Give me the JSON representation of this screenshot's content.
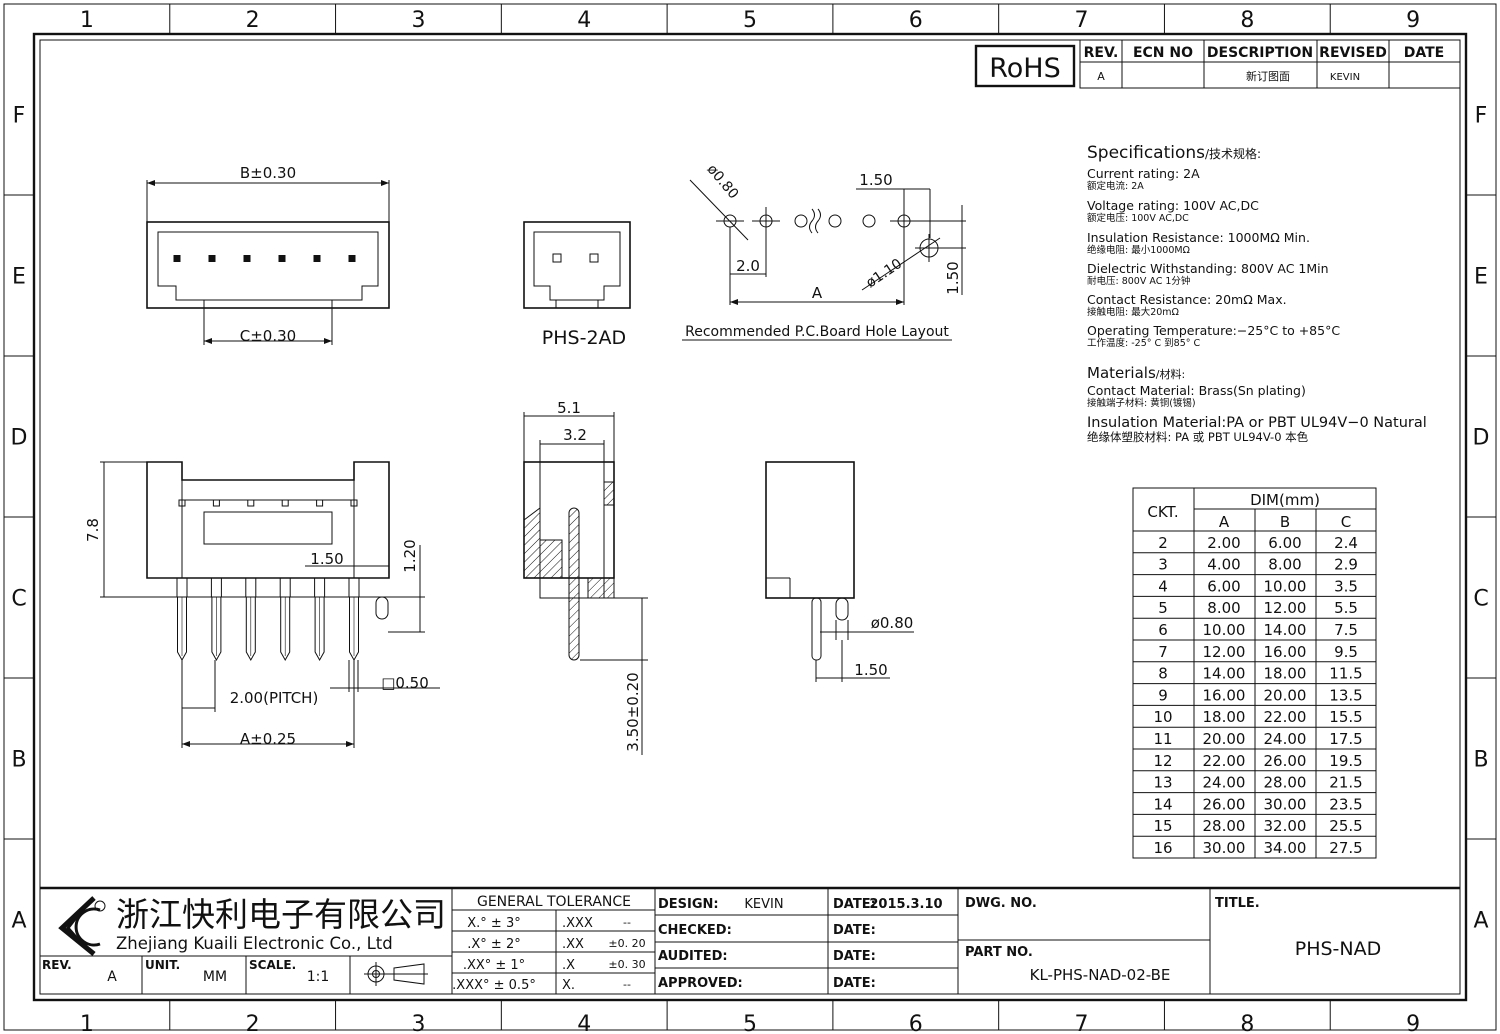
{
  "border": {
    "columns": [
      "1",
      "2",
      "3",
      "4",
      "5",
      "6",
      "7",
      "8",
      "9"
    ],
    "rows": [
      "F",
      "E",
      "D",
      "C",
      "B",
      "A"
    ]
  },
  "rohs": "RoHS",
  "revision_table": {
    "headers": [
      "REV.",
      "ECN NO",
      "DESCRIPTION",
      "REVISED",
      "DATE"
    ],
    "row": [
      "A",
      "",
      "新订图面",
      "KEVIN",
      ""
    ]
  },
  "views": {
    "top_dim_b": "B±0.30",
    "top_dim_c": "C±0.30",
    "side_label": "PHS-2AD",
    "pcb": {
      "hole_dia": "ø0.80",
      "pitch": "1.50",
      "offset": "2.0",
      "dim_a": "A",
      "boss_dia": "ø1.10",
      "boss_offset": "1.50",
      "caption": "Recommended  P.C.Board Hole  Layout"
    },
    "front": {
      "height": "7.8",
      "pin_offset": "1.50",
      "pin_height": "1.20",
      "pitch": "2.00(PITCH)",
      "dim_a": "A±0.25",
      "pin_square": "□0.50"
    },
    "section": {
      "width1": "5.1",
      "width2": "3.2",
      "tail": "3.50±0.20"
    },
    "right": {
      "boss_dia": "ø0.80",
      "boss_offset": "1.50"
    }
  },
  "specifications": {
    "title": "Specifications",
    "title_cn": "/技术规格:",
    "items": [
      {
        "en": "Current  rating:  2A",
        "cn": "额定电流: 2A"
      },
      {
        "en": "Voltage  rating:  100V  AC,DC",
        "cn": "额定电压: 100V AC,DC"
      },
      {
        "en": "Insulation  Resistance:  1000MΩ  Min.",
        "cn": "绝缘电阻: 最小1000MΩ"
      },
      {
        "en": "Dielectric  Withstanding:    800V  AC    1Min",
        "cn": "耐电压: 800V AC  1分钟"
      },
      {
        "en": "Contact  Resistance:    20mΩ  Max.",
        "cn": "接触电阻: 最大20mΩ"
      },
      {
        "en": "Operating  Temperature:−25°C  to  +85°C",
        "cn": "工作温度: -25° C 到85° C"
      }
    ],
    "materials_title": "Materials",
    "materials_title_cn": "/材料:",
    "materials": [
      {
        "en": "Contact  Material:  Brass(Sn  plating)",
        "cn": "接触端子材料: 黄铜(镀锡)"
      },
      {
        "en": "Insulation  Material:PA  or  PBT  UL94V−0  Natural",
        "cn": "绝缘体塑胶材料: PA 或 PBT UL94V-0 本色"
      }
    ]
  },
  "dim_table": {
    "ckt_header": "CKT.",
    "dim_header": "DIM(mm)",
    "cols": [
      "A",
      "B",
      "C"
    ],
    "rows": [
      [
        "2",
        "2.00",
        "6.00",
        "2.4"
      ],
      [
        "3",
        "4.00",
        "8.00",
        "2.9"
      ],
      [
        "4",
        "6.00",
        "10.00",
        "3.5"
      ],
      [
        "5",
        "8.00",
        "12.00",
        "5.5"
      ],
      [
        "6",
        "10.00",
        "14.00",
        "7.5"
      ],
      [
        "7",
        "12.00",
        "16.00",
        "9.5"
      ],
      [
        "8",
        "14.00",
        "18.00",
        "11.5"
      ],
      [
        "9",
        "16.00",
        "20.00",
        "13.5"
      ],
      [
        "10",
        "18.00",
        "22.00",
        "15.5"
      ],
      [
        "11",
        "20.00",
        "24.00",
        "17.5"
      ],
      [
        "12",
        "22.00",
        "26.00",
        "19.5"
      ],
      [
        "13",
        "24.00",
        "28.00",
        "21.5"
      ],
      [
        "14",
        "26.00",
        "30.00",
        "23.5"
      ],
      [
        "15",
        "28.00",
        "32.00",
        "25.5"
      ],
      [
        "16",
        "30.00",
        "34.00",
        "27.5"
      ]
    ]
  },
  "title_block": {
    "company_cn": "浙江快利电子有限公司",
    "company_en": "Zhejiang  Kuaili  Electronic  Co.,  Ltd",
    "rev_label": "REV.",
    "rev_value": "A",
    "unit_label": "UNIT.",
    "unit_value": "MM",
    "scale_label": "SCALE.",
    "scale_value": "1:1",
    "tolerance_title": "GENERAL  TOLERANCE",
    "tolerances": [
      [
        "X.° ± 3°",
        ".XXX",
        "--"
      ],
      [
        ".X° ± 2°",
        ".XX",
        "±0. 20"
      ],
      [
        ".XX° ± 1°",
        ".X",
        "±0. 30"
      ],
      [
        ".XXX° ± 0.5°",
        "X.",
        "--"
      ]
    ],
    "design_label": "DESIGN:",
    "design_value": "KEVIN",
    "checked_label": "CHECKED:",
    "audited_label": "AUDITED:",
    "approved_label": "APPROVED:",
    "date_label": "DATE:",
    "date_value": "2015.3.10",
    "dwg_label": "DWG. NO.",
    "part_label": "PART NO.",
    "part_value": "KL-PHS-NAD-02-BE",
    "title_label": "TITLE.",
    "title_value": "PHS-NAD"
  }
}
